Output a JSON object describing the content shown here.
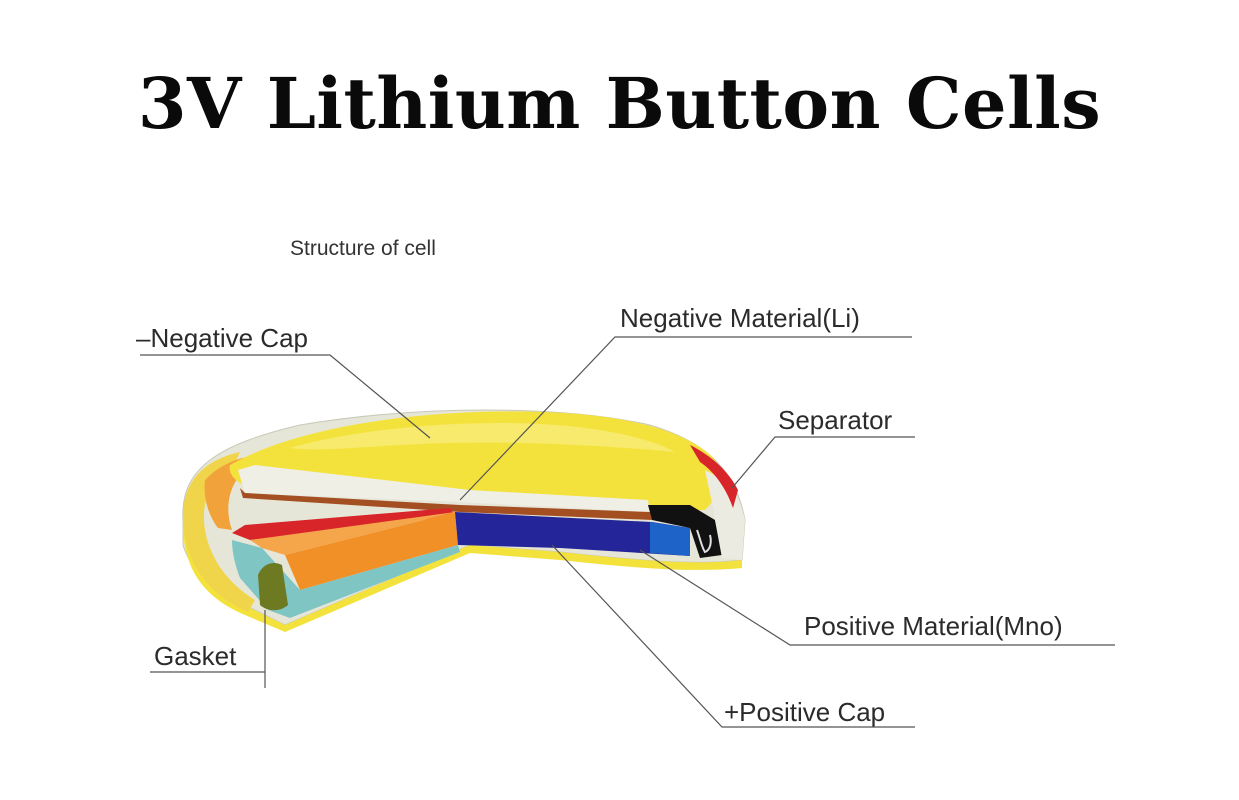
{
  "title": "3V Lithium Button Cells",
  "subtitle": "Structure of cell",
  "labels": {
    "negative_cap": "–Negative Cap",
    "negative_material": "Negative Material(Li)",
    "separator": "Separator",
    "positive_material": "Positive Material(Mno)",
    "positive_cap": "+Positive Cap",
    "gasket": "Gasket"
  },
  "colors": {
    "top_cap": "#f4e23c",
    "top_cap_light": "#f7eb6a",
    "lithium": "#a44f22",
    "positive_material": "#25259a",
    "orange": "#f19027",
    "gasket_dark": "#6e7a22",
    "gasket_teal": "#7fc5c3",
    "shell": "#e2e2d6",
    "separator_red": "#d8252a",
    "leader_line": "#555555"
  }
}
